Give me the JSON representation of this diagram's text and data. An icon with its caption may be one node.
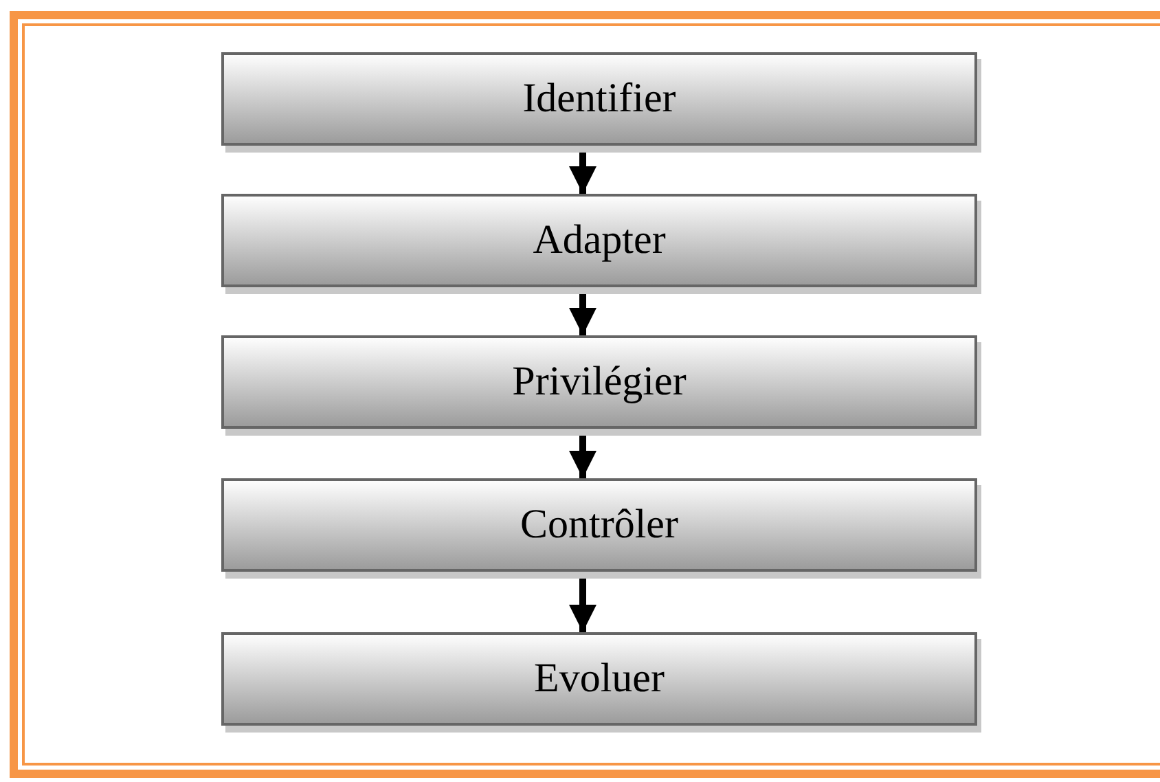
{
  "diagram": {
    "nodes": [
      {
        "text": [
          "Identifier"
        ]
      },
      {
        "text": [
          "Adapter"
        ]
      },
      {
        "text": [
          "Privilégier"
        ]
      },
      {
        "text": [
          "Contrôler"
        ]
      },
      {
        "text": [
          "Evoluer"
        ]
      }
    ],
    "edges": [
      {
        "from": 0,
        "to": 1,
        "arrow": "to"
      },
      {
        "from": 1,
        "to": 2,
        "arrow": "to"
      },
      {
        "from": 2,
        "to": 3,
        "arrow": "to"
      },
      {
        "from": 3,
        "to": 4,
        "arrow": "to"
      }
    ]
  }
}
